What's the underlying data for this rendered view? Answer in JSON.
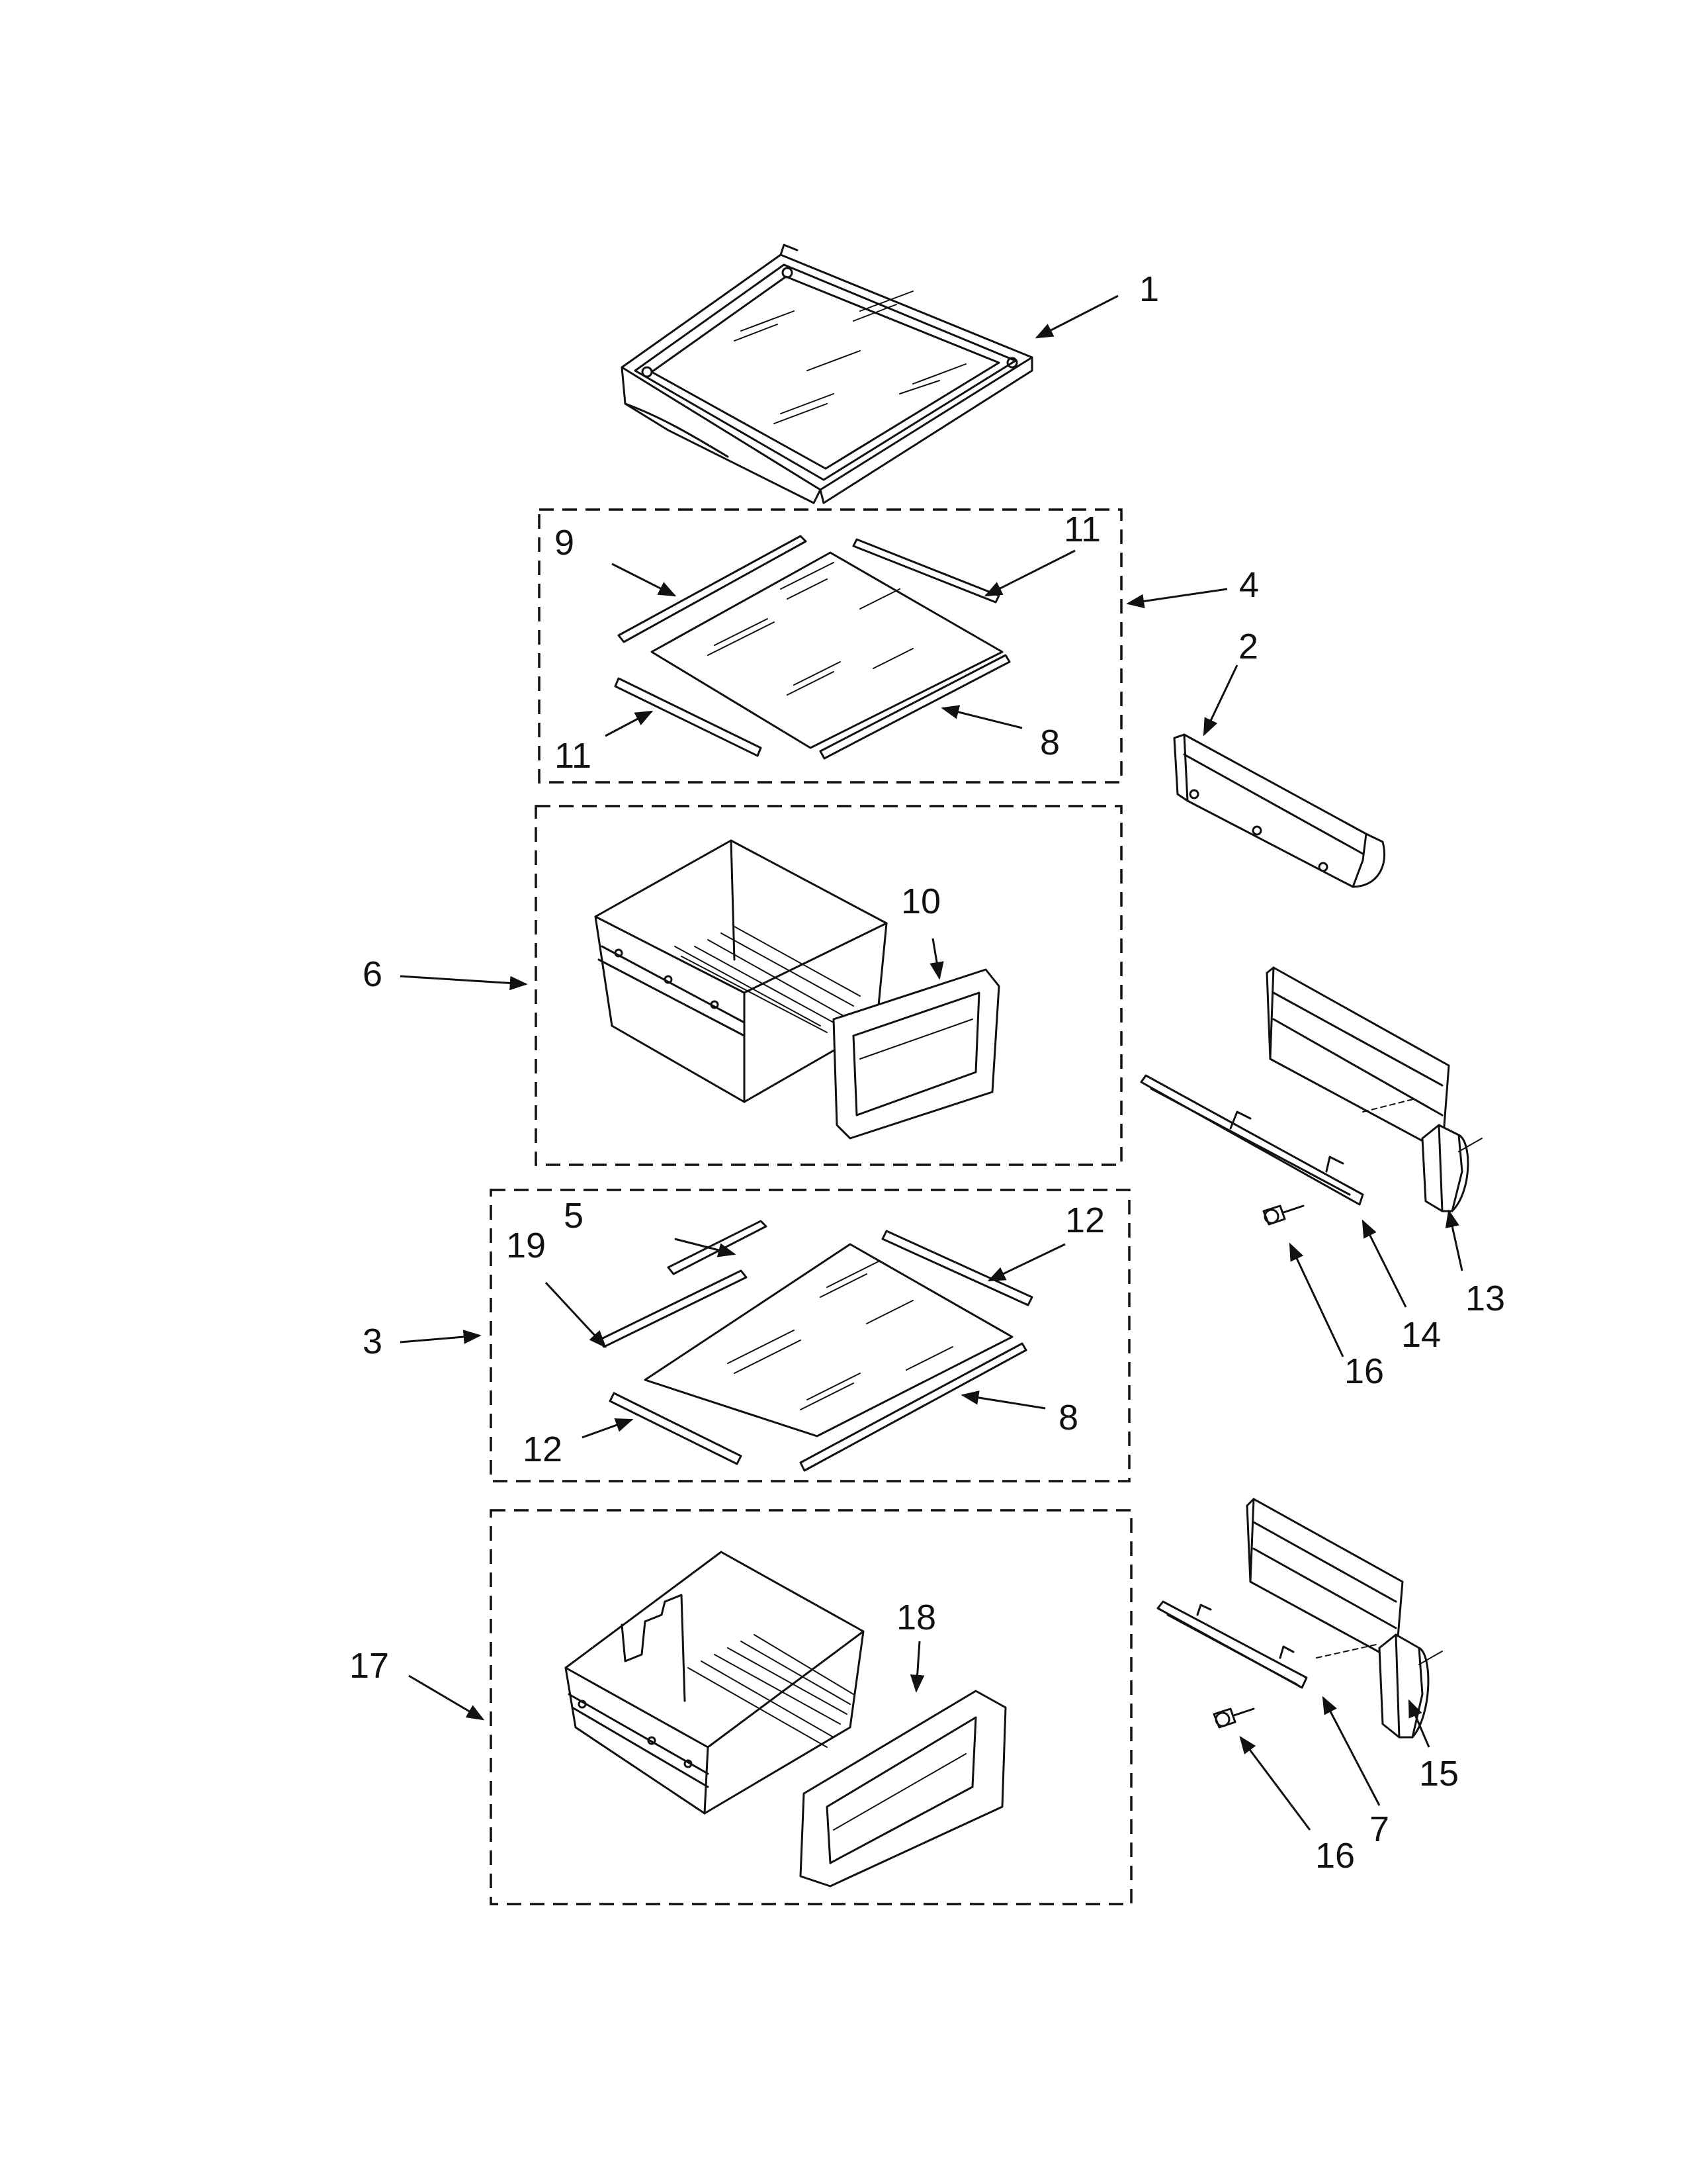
{
  "callouts": {
    "c1": "1",
    "c2": "2",
    "c3": "3",
    "c4": "4",
    "c5": "5",
    "c6": "6",
    "c7": "7",
    "c8a": "8",
    "c8b": "8",
    "c9": "9",
    "c10": "10",
    "c11a": "11",
    "c11b": "11",
    "c12a": "12",
    "c12b": "12",
    "c13": "13",
    "c14": "14",
    "c15": "15",
    "c16a": "16",
    "c16b": "16",
    "c17": "17",
    "c18": "18",
    "c19": "19"
  },
  "colors": {
    "line": "#111111",
    "background": "#ffffff"
  }
}
